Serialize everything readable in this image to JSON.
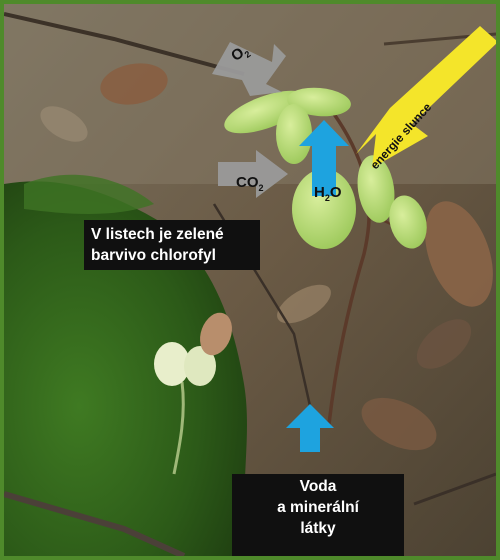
{
  "labels": {
    "o2": {
      "main": "O",
      "sub": "2"
    },
    "co2": {
      "main": "CO",
      "sub": "2"
    },
    "h2o": {
      "main": "H",
      "sub": "2",
      "tail": "O"
    },
    "sunlight": "energie slunce"
  },
  "captions": {
    "chlorophyll": [
      "V listech je zelené",
      "barvivo chlorofyl"
    ],
    "water": [
      "Voda",
      "a minerální",
      "látky"
    ]
  },
  "colors": {
    "frame": "#4f8a2b",
    "gas_arrow": "#9a9a9a",
    "water_arrow": "#1ea3df",
    "sun_arrow": "#f4e52a",
    "caption_bg": "#101010"
  }
}
